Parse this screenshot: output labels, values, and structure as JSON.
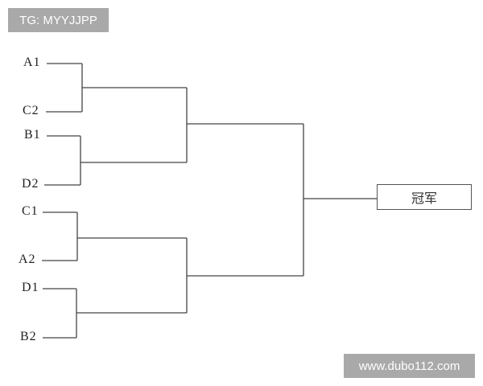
{
  "watermarks": {
    "top_left": "TG: MYYJJPP",
    "bottom_right": "www.dubo112.com"
  },
  "bracket": {
    "teams": [
      "A1",
      "C2",
      "B1",
      "D2",
      "C1",
      "A2",
      "D1",
      "B2"
    ],
    "round1_pairs": [
      [
        "A1",
        "C2"
      ],
      [
        "B1",
        "D2"
      ],
      [
        "C1",
        "A2"
      ],
      [
        "D1",
        "B2"
      ]
    ],
    "semifinal_pairs": [
      [
        "A1/C2",
        "B1/D2"
      ],
      [
        "C1/A2",
        "D1/B2"
      ]
    ],
    "final_label": "冠军"
  },
  "colors": {
    "line": "#444444",
    "watermark_bg": "#a9a9a9",
    "watermark_text": "#ffffff"
  }
}
